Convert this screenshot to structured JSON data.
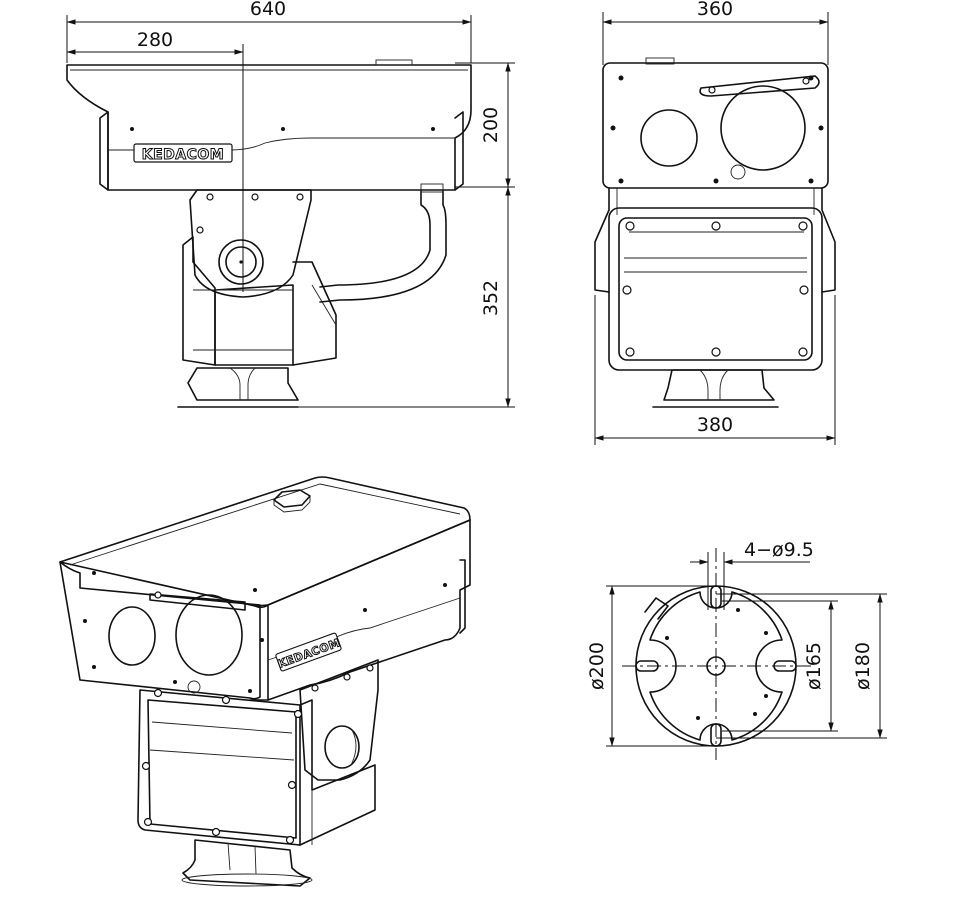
{
  "brand": {
    "logo_text": "KEDACOM"
  },
  "side_view": {
    "dim_length": "640",
    "dim_offset": "280",
    "dim_housing_height": "200",
    "dim_base_height": "352"
  },
  "front_view": {
    "dim_width_top": "360",
    "dim_width_bottom": "380"
  },
  "base_view": {
    "dim_holes": "4−ø9.5",
    "dim_outer": "ø200",
    "dim_bolt_circle": "ø165",
    "dim_flange": "ø180"
  }
}
